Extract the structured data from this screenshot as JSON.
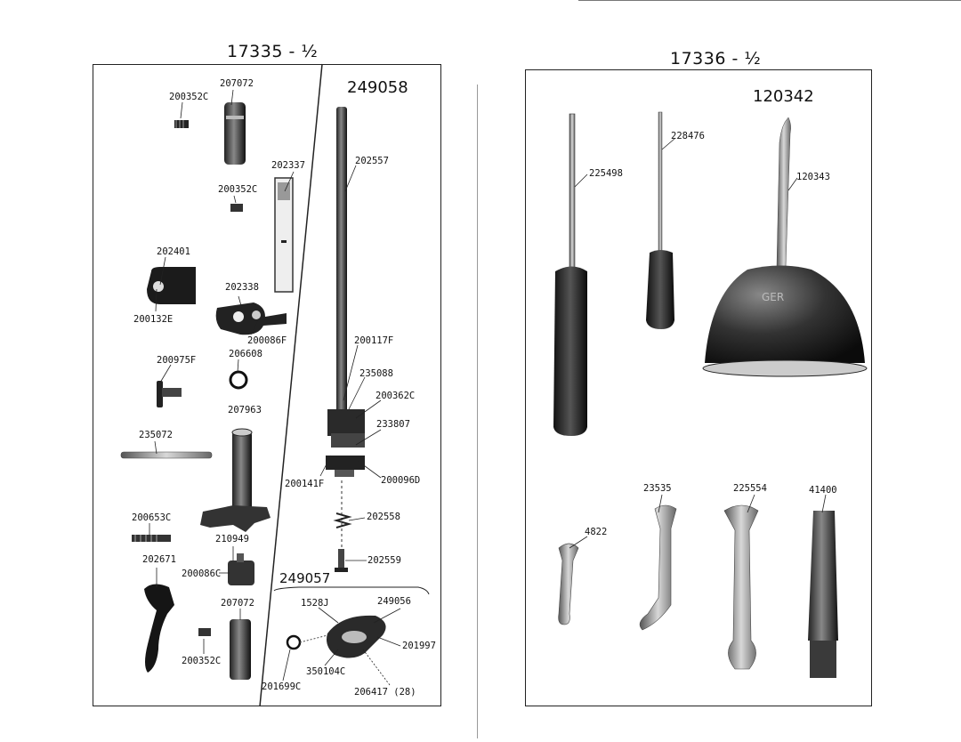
{
  "left_page": {
    "title": "17335 - ½",
    "right_column_title": "249058",
    "subgroup_title": "249057",
    "labels": [
      {
        "id": "l1",
        "text": "207072"
      },
      {
        "id": "l2",
        "text": "200352C"
      },
      {
        "id": "l3",
        "text": "202337"
      },
      {
        "id": "l4",
        "text": "202557"
      },
      {
        "id": "l5",
        "text": "200352C"
      },
      {
        "id": "l6",
        "text": "202401"
      },
      {
        "id": "l7",
        "text": "202338"
      },
      {
        "id": "l8",
        "text": "200132E"
      },
      {
        "id": "l9",
        "text": "200086F"
      },
      {
        "id": "l10",
        "text": "200117F"
      },
      {
        "id": "l11",
        "text": "206608"
      },
      {
        "id": "l12",
        "text": "200975F"
      },
      {
        "id": "l13",
        "text": "235088"
      },
      {
        "id": "l14",
        "text": "200362C"
      },
      {
        "id": "l15",
        "text": "207963"
      },
      {
        "id": "l16",
        "text": "233807"
      },
      {
        "id": "l17",
        "text": "235072"
      },
      {
        "id": "l18",
        "text": "200141F"
      },
      {
        "id": "l19",
        "text": "200096D"
      },
      {
        "id": "l20",
        "text": "202558"
      },
      {
        "id": "l21",
        "text": "200653C"
      },
      {
        "id": "l22",
        "text": "210949"
      },
      {
        "id": "l23",
        "text": "202559"
      },
      {
        "id": "l24",
        "text": "202671"
      },
      {
        "id": "l25",
        "text": "200086C"
      },
      {
        "id": "l26",
        "text": "207072"
      },
      {
        "id": "l27",
        "text": "1528J"
      },
      {
        "id": "l28",
        "text": "249056"
      },
      {
        "id": "l29",
        "text": "201997"
      },
      {
        "id": "l30",
        "text": "200352C"
      },
      {
        "id": "l31",
        "text": "350104C"
      },
      {
        "id": "l32",
        "text": "201699C"
      },
      {
        "id": "l33",
        "text": "206417 (28)"
      }
    ]
  },
  "right_page": {
    "title": "17336 - ½",
    "oiler_title": "120342",
    "labels": [
      {
        "id": "r1",
        "text": "228476"
      },
      {
        "id": "r2",
        "text": "225498"
      },
      {
        "id": "r3",
        "text": "120343"
      },
      {
        "id": "r4",
        "text": "23535"
      },
      {
        "id": "r5",
        "text": "225554"
      },
      {
        "id": "r6",
        "text": "41400"
      },
      {
        "id": "r7",
        "text": "4822"
      }
    ]
  }
}
